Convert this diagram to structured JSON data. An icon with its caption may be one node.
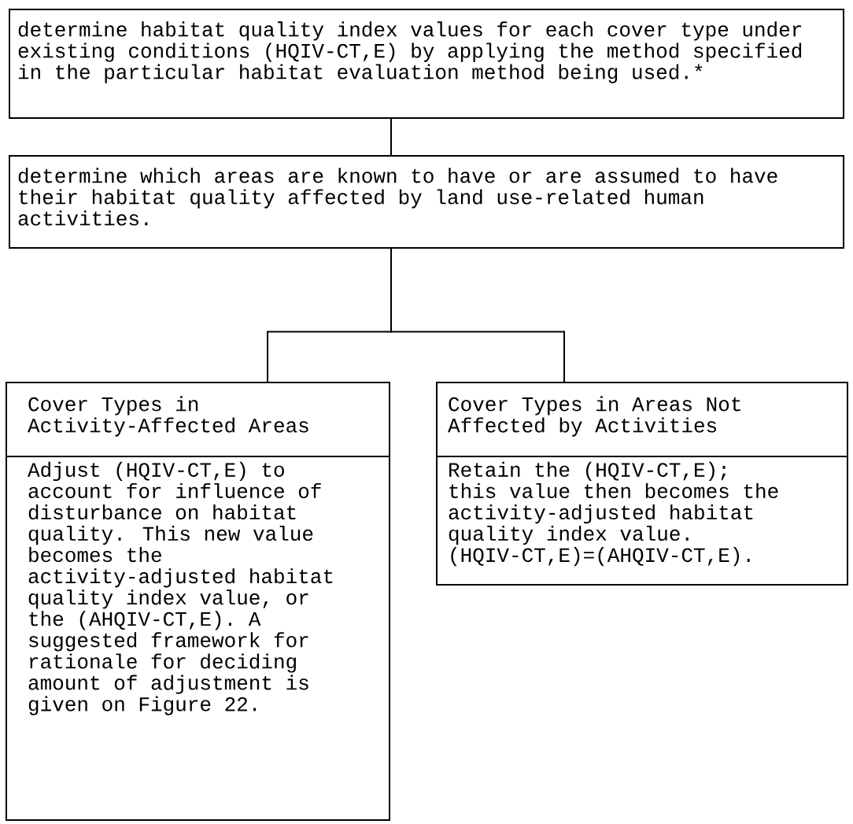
{
  "diagram": {
    "nodes": [
      {
        "text": [
          "determine habitat quality index values for each cover type under existing conditions (HQIV-CT,E) by applying the method specified in the particular habitat evaluation method being used.*"
        ]
      },
      {
        "text": [
          "determine which areas are known to have or are assumed to have their habitat quality affected by land use-related human activities."
        ]
      },
      {
        "text": [
          "Cover Types in Activity-Affected Areas",
          "Adjust (HQIV-CT,E) to account for influence of disturbance on habitat quality. This new value becomes the activity-adjusted habitat quality index value, or the (AHQIV-CT,E). A suggested framework for rationale for deciding amount of adjustment is given on Figure 22."
        ]
      },
      {
        "text": [
          "Cover Types in Areas Not Affected by Activities",
          "Retain the (HQIV-CT,E); this value then becomes the activity-adjusted habitat quality index value. (HQIV-CT,E)=(AHQIV-CT,E)."
        ]
      }
    ],
    "edges": [
      {
        "from": 0,
        "to": 1,
        "arrow": "none"
      },
      {
        "from": 1,
        "to": 2,
        "arrow": "none"
      },
      {
        "from": 1,
        "to": 3,
        "arrow": "none"
      }
    ]
  }
}
